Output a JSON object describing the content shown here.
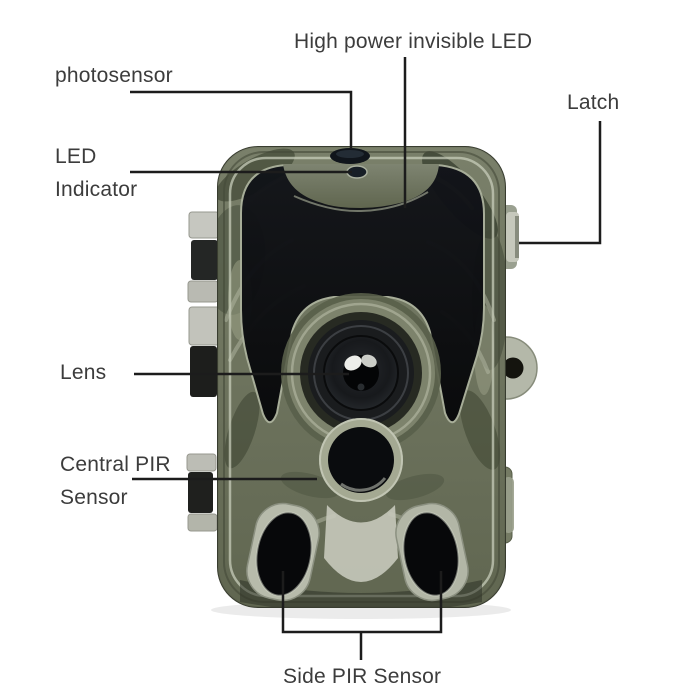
{
  "diagram": {
    "subject": "trail-camera-front-view",
    "labels": {
      "high_power_led": "High power invisible LED",
      "photosensor": "photosensor",
      "latch": "Latch",
      "led_indicator": "LED\nIndicator",
      "lens": "Lens",
      "central_pir": "Central PIR\nSensor",
      "side_pir": "Side PIR Sensor"
    },
    "colors": {
      "background": "#ffffff",
      "label_text": "#3c3c3c",
      "leader_line": "#1c1c1c",
      "body_camo_base": "#6e7460",
      "camo_light": "#aeb39e",
      "camo_dark": "#3d4434",
      "panel_black": "#0b0c0e",
      "clip_gray": "#c2c3bb",
      "clip_dark": "#1f201e"
    }
  }
}
